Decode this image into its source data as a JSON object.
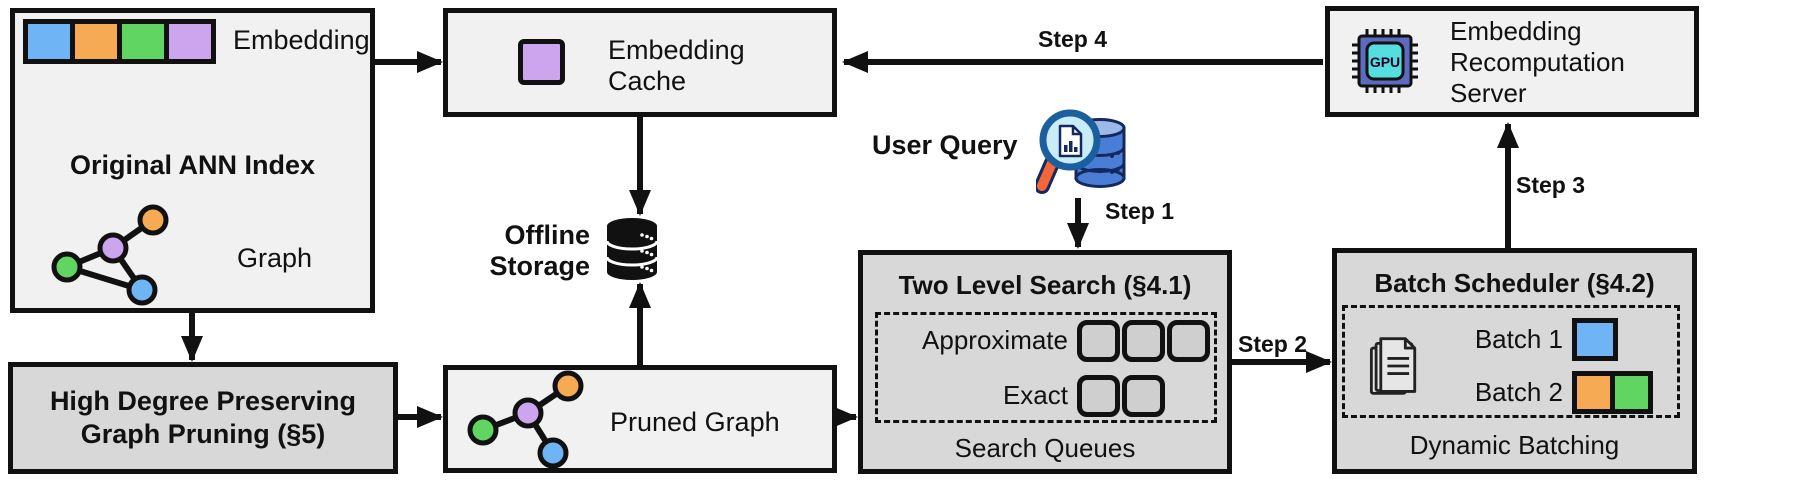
{
  "diagram": {
    "original_index": {
      "title": "Original ANN Index",
      "embedding_label": "Embedding",
      "graph_label": "Graph"
    },
    "graph_pruning": {
      "line1": "High Degree Preserving",
      "line2": "Graph Pruning (§5)"
    },
    "embedding_cache": {
      "line1": "Embedding",
      "line2": "Cache"
    },
    "offline_storage": {
      "line1": "Offline",
      "line2": "Storage"
    },
    "pruned_graph": {
      "label": "Pruned Graph"
    },
    "user_query": {
      "label": "User Query"
    },
    "steps": {
      "step1": "Step 1",
      "step2": "Step 2",
      "step3": "Step 3",
      "step4": "Step 4"
    },
    "two_level_search": {
      "title": "Two Level Search (§4.1)",
      "level1": "Approximate",
      "level2": "Exact",
      "caption": "Search Queues"
    },
    "batch_scheduler": {
      "title": "Batch Scheduler (§4.2)",
      "batch1": "Batch 1",
      "batch2": "Batch 2",
      "caption": "Dynamic Batching"
    },
    "recompute_server": {
      "line1": "Embedding",
      "line2": "Recomputation",
      "line3": "Server",
      "chip_label": "GPU"
    },
    "colors": {
      "blue": "#6FB5F6",
      "orange": "#F6AA54",
      "green": "#61D561",
      "purple": "#CDA5EF",
      "box_light": "#F1F1F1",
      "box_dark": "#D8D8D8",
      "ink": "#111111",
      "db_blue": "#4A7DD6",
      "db_top": "#9DB9E8",
      "lens_fill": "#C9EDF8",
      "lens_rim": "#1C5F9E",
      "handle_orange": "#F2663C",
      "gpu_chip": "#5C6BC0",
      "gpu_core": "#55DEE0"
    }
  }
}
